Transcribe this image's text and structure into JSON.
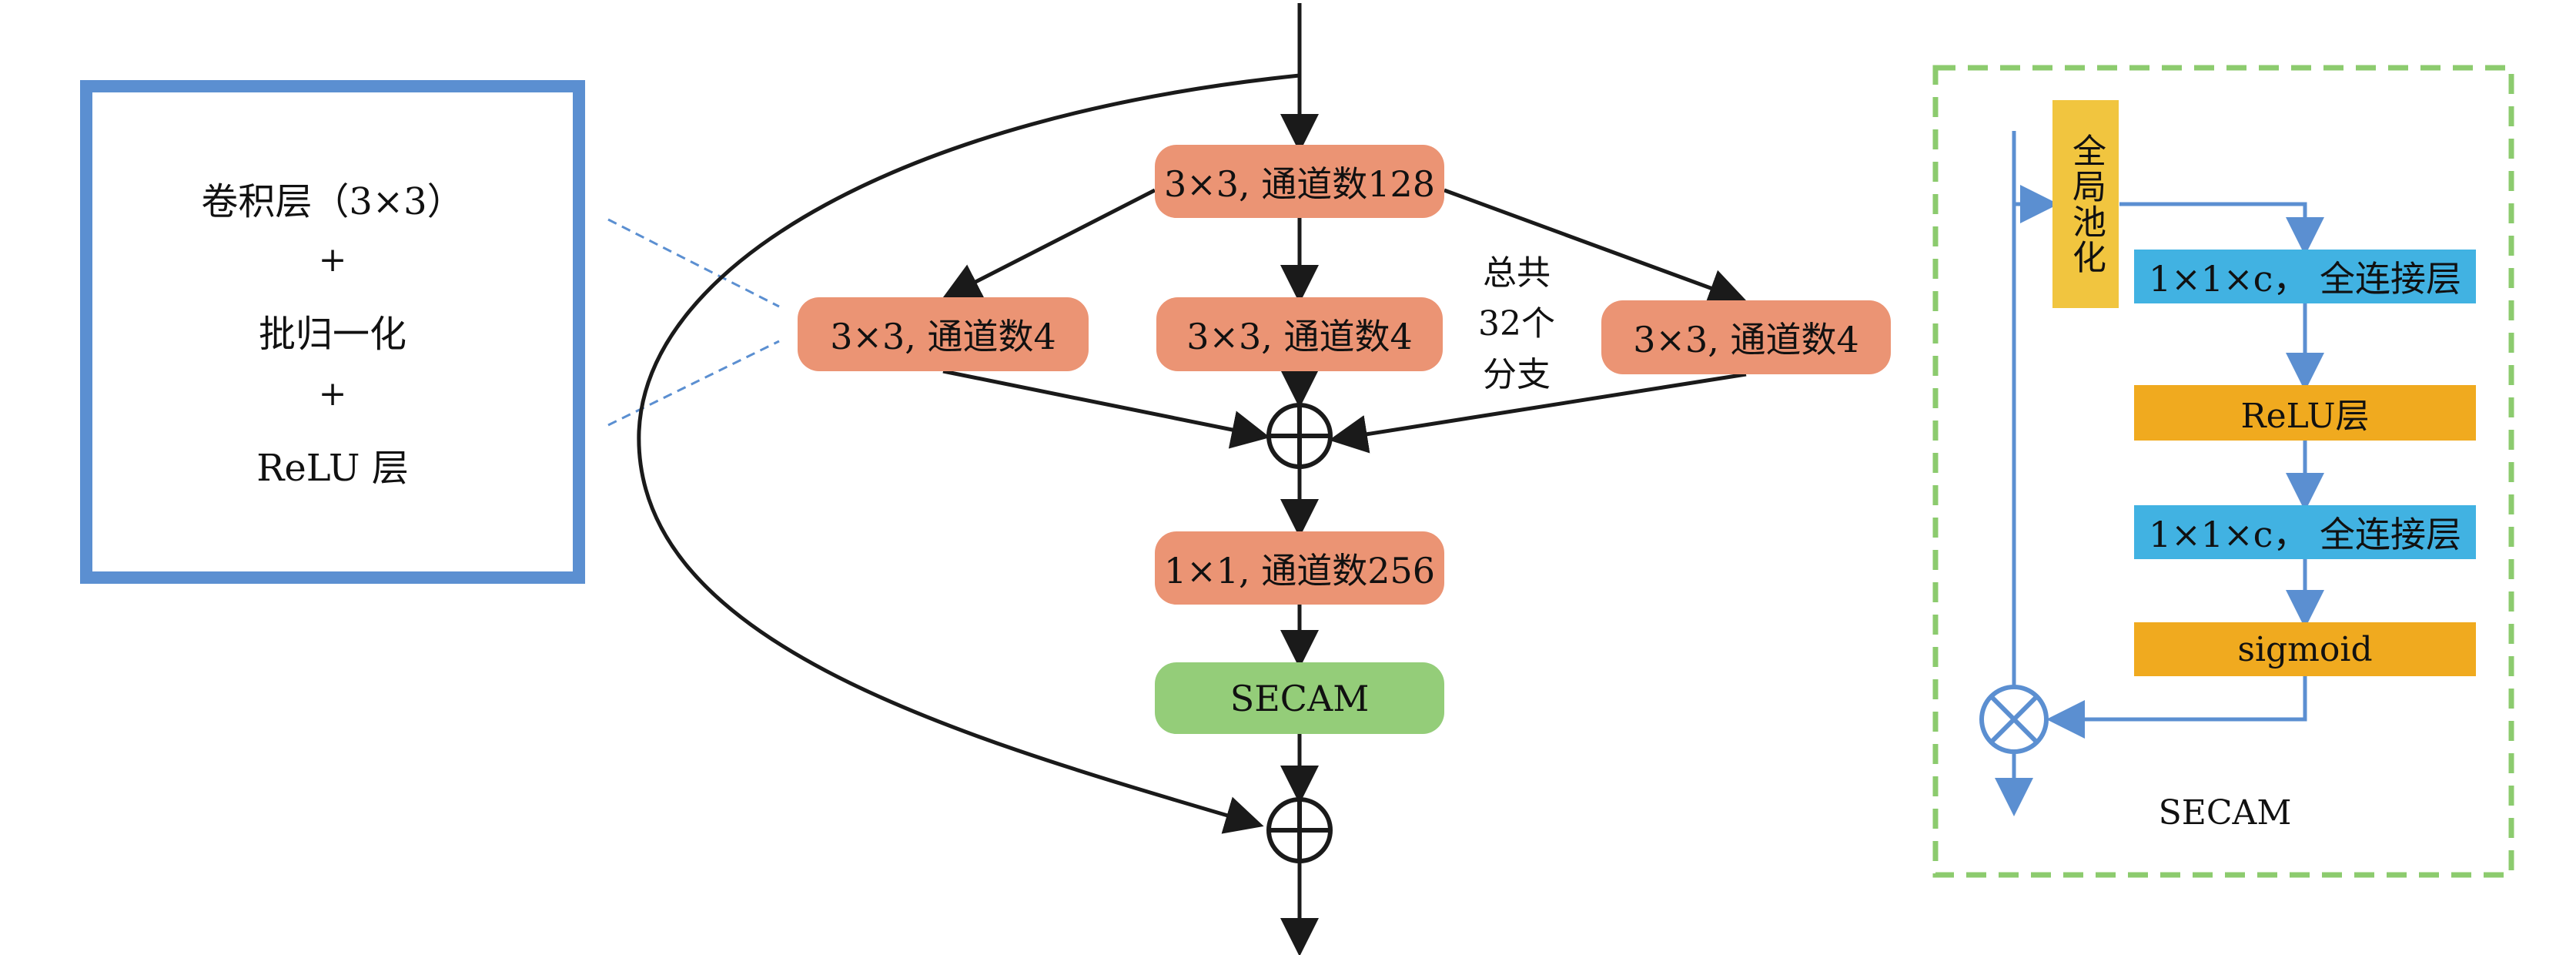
{
  "left_box": {
    "line1": "卷积层（3×3）",
    "plus1": "+",
    "line2": "批归一化",
    "plus2": "+",
    "line3": "ReLU 层",
    "border_color": "#5b8fd1"
  },
  "main_flow": {
    "top_node": "3×3, 通道数128",
    "branch_left": "3×3, 通道数4",
    "branch_mid": "3×3, 通道数4",
    "branch_right": "3×3, 通道数4",
    "branch_note_1": "总共",
    "branch_note_2": "32个",
    "branch_note_3": "分支",
    "conv_1x1": "1×1, 通道数256",
    "secam": "SECAM",
    "node_color": "#eb9474",
    "secam_color": "#94cd79"
  },
  "secam_module": {
    "pool": "全局池化",
    "fc1": "1×1×c， 全连接层",
    "relu": "ReLU层",
    "fc2": "1×1×c， 全连接层",
    "sigmoid": "sigmoid",
    "caption": "SECAM",
    "border_color": "#8ccb6e",
    "arrow_color": "#5b8fd1"
  }
}
